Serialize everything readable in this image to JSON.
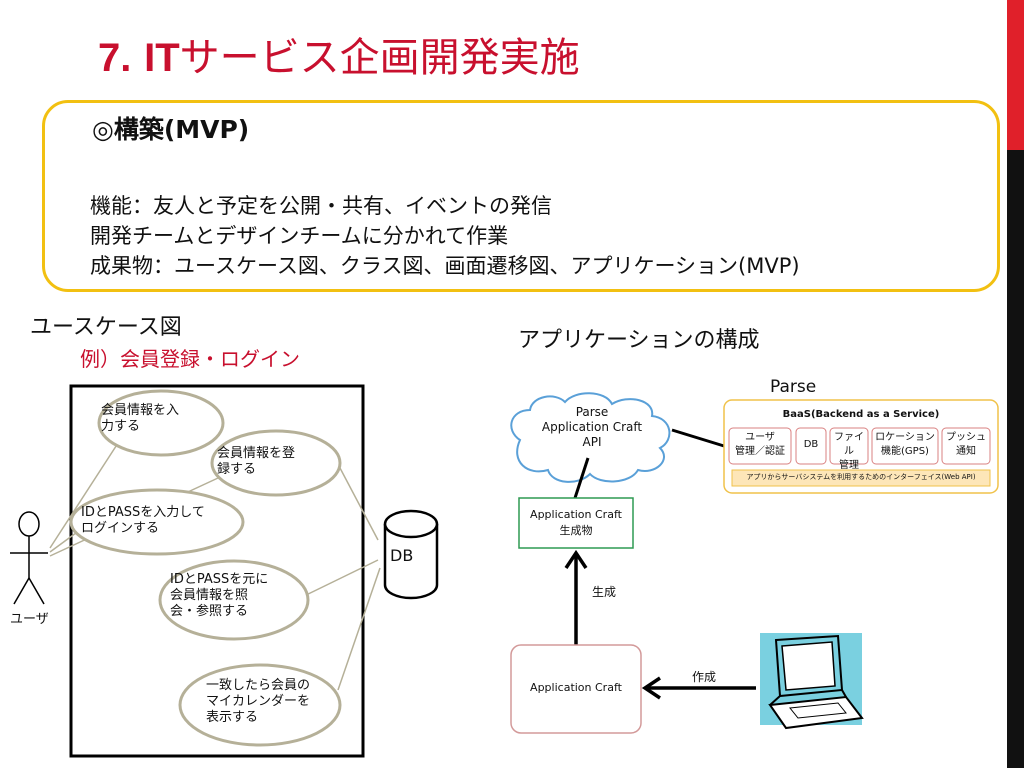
{
  "slide": {
    "title_number": "7.",
    "title_it": "IT",
    "title_rest": "サービス企画開発実施"
  },
  "infobox": {
    "heading": "◎構築(MVP)",
    "lines": [
      "機能：友人と予定を公開・共有、イベントの発信",
      "開発チームとデザインチームに分かれて作業",
      "成果物：ユースケース図、クラス図、画面遷移図、アプリケーション(MVP)"
    ]
  },
  "usecase": {
    "heading": "ユースケース図",
    "example": "例）会員登録・ログイン",
    "actor": "ユーザ",
    "db": "DB",
    "cases": [
      [
        "会員情報を入",
        "力する"
      ],
      [
        "会員情報を登",
        "録する"
      ],
      [
        "IDとPASSを入力して",
        "ログインする"
      ],
      [
        "IDとPASSを元に",
        "会員情報を照",
        "会・参照する"
      ],
      [
        "一致したら会員の",
        "マイカレンダーを",
        "表示する"
      ]
    ]
  },
  "app": {
    "heading": "アプリケーションの構成",
    "parse_label": "Parse",
    "cloud": [
      "Parse",
      "Application Craft",
      "API"
    ],
    "baas_title": "BaaS(Backend as a Service)",
    "baas_items": [
      [
        "ユーザ",
        "管理／認証"
      ],
      [
        "DB"
      ],
      [
        "ファイル",
        "管理"
      ],
      [
        "ロケーション",
        "機能(GPS)"
      ],
      [
        "プッシュ",
        "通知"
      ]
    ],
    "baas_footer": "アプリからサーバシステムを利用するためのインターフェイス(Web API)",
    "product": [
      "Application Craft",
      "生成物"
    ],
    "generate_label": "生成",
    "craft": "Application Craft",
    "create_label": "作成"
  },
  "colors": {
    "title_red": "#c8102e",
    "info_border": "#f2c011",
    "ellipse_border": "#b5b098",
    "cloud_stroke": "#5aa0d8",
    "green_box": "#2e9a52",
    "craft_box": "#d39a9a",
    "baas_border": "#f0c24a",
    "item_border": "#d98080",
    "footer_fill": "#fde6b8"
  }
}
